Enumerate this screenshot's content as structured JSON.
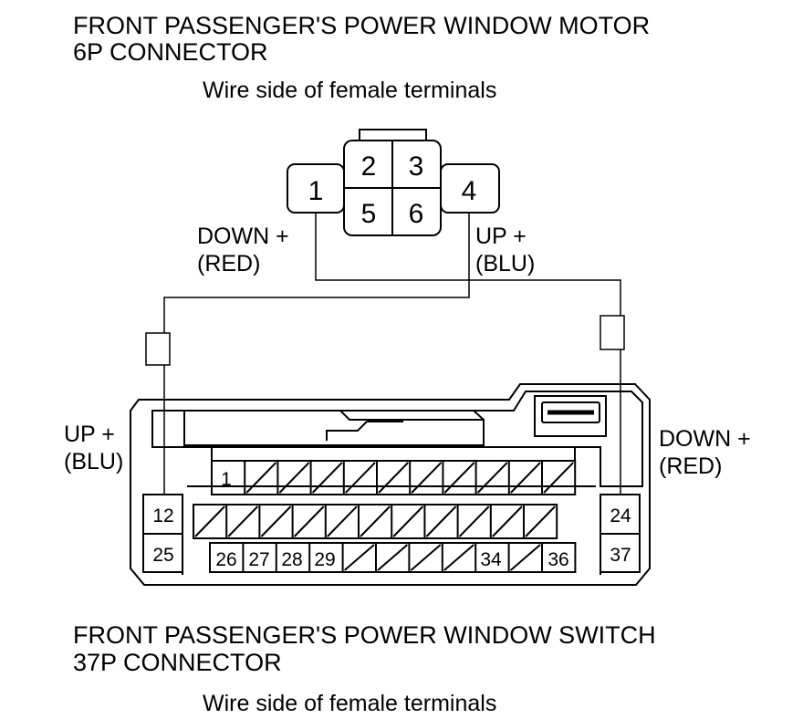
{
  "motor_connector": {
    "title_line1": "FRONT PASSENGER'S POWER WINDOW MOTOR",
    "title_line2": "6P CONNECTOR",
    "subtitle": "Wire side of female terminals",
    "pins": {
      "p1": "1",
      "p2": "2",
      "p3": "3",
      "p4": "4",
      "p5": "5",
      "p6": "6"
    }
  },
  "switch_connector": {
    "title_line1": "FRONT PASSENGER'S POWER WINDOW SWITCH",
    "title_line2": "37P CONNECTOR",
    "subtitle": "Wire side of female terminals",
    "pins": {
      "p1": "1",
      "p12": "12",
      "p24": "24",
      "p25": "25",
      "p26": "26",
      "p27": "27",
      "p28": "28",
      "p29": "29",
      "p34": "34",
      "p36": "36",
      "p37": "37"
    }
  },
  "wires": {
    "down_top_line1": "DOWN +",
    "down_top_line2": "(RED)",
    "up_top_line1": "UP +",
    "up_top_line2": "(BLU)",
    "up_left_line1": "UP +",
    "up_left_line2": "(BLU)",
    "down_right_line1": "DOWN +",
    "down_right_line2": "(RED)"
  }
}
